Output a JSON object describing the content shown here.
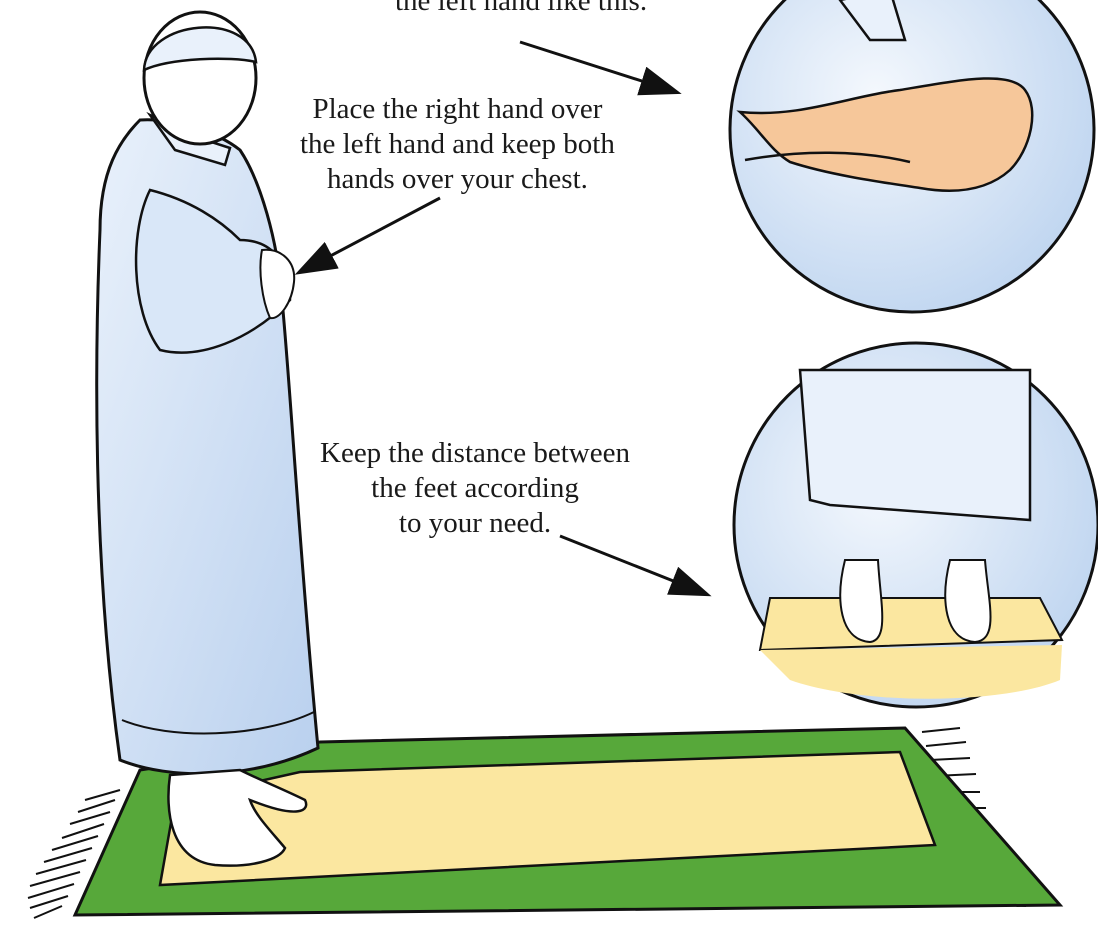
{
  "captions": {
    "hand_position_top": "the left hand like this.",
    "hands_over_chest": [
      "Place the right hand over",
      "the left hand and keep both",
      "hands over your chest."
    ],
    "feet_distance": [
      "Keep the distance between",
      "the feet according",
      "to your need."
    ]
  },
  "colors": {
    "rug_border": "#57a83a",
    "rug_center": "#fbe7a0",
    "robe_shade": "#cfe0f5",
    "skin": "#f6c79a",
    "outline": "#111111"
  }
}
